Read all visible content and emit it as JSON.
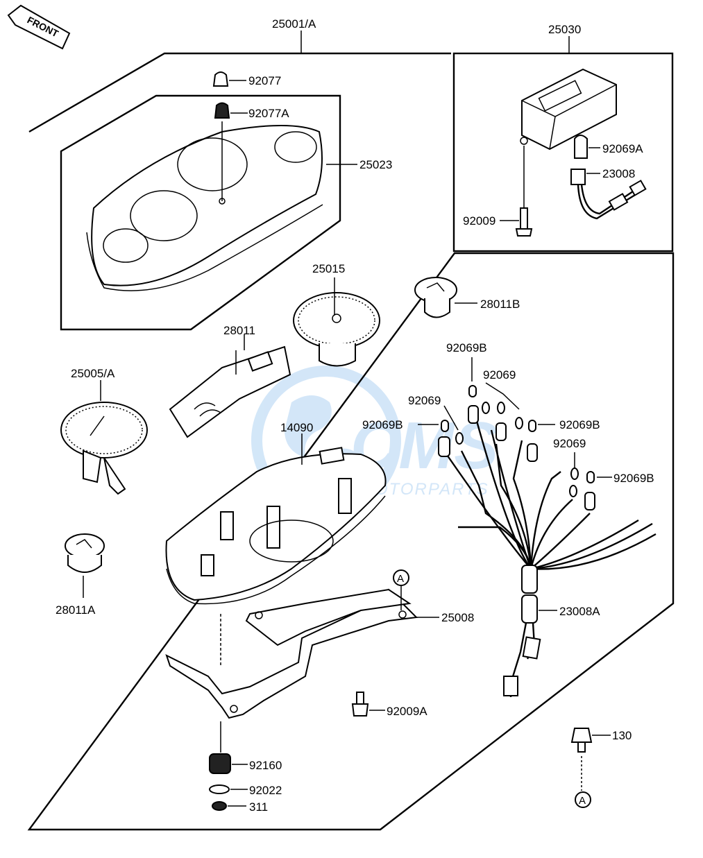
{
  "front_label": "FRONT",
  "callouts": {
    "p25001A": "25001/A",
    "p25030": "25030",
    "p92077": "92077",
    "p92077A": "92077A",
    "p25023": "25023",
    "p92069A": "92069A",
    "p23008": "23008",
    "p92009": "92009",
    "p25015": "25015",
    "p28011B": "28011B",
    "p28011": "28011",
    "p92069B_top": "92069B",
    "p92069_a": "92069",
    "p92069_b": "92069",
    "p92069B_left": "92069B",
    "p92069B_right": "92069B",
    "p92069_c": "92069",
    "p92069B_far": "92069B",
    "p25005A": "25005/A",
    "p14090": "14090",
    "p28011A": "28011A",
    "p25008": "25008",
    "p23008A": "23008A",
    "p92009A": "92009A",
    "p130": "130",
    "p92160": "92160",
    "p92022": "92022",
    "p311": "311"
  },
  "ref_marks": {
    "ref_upper": "A",
    "ref_lower": "A"
  },
  "watermark": {
    "brand": "CMS",
    "subtitle": "MOTORPARTS",
    "color": "#9ec9f0"
  }
}
